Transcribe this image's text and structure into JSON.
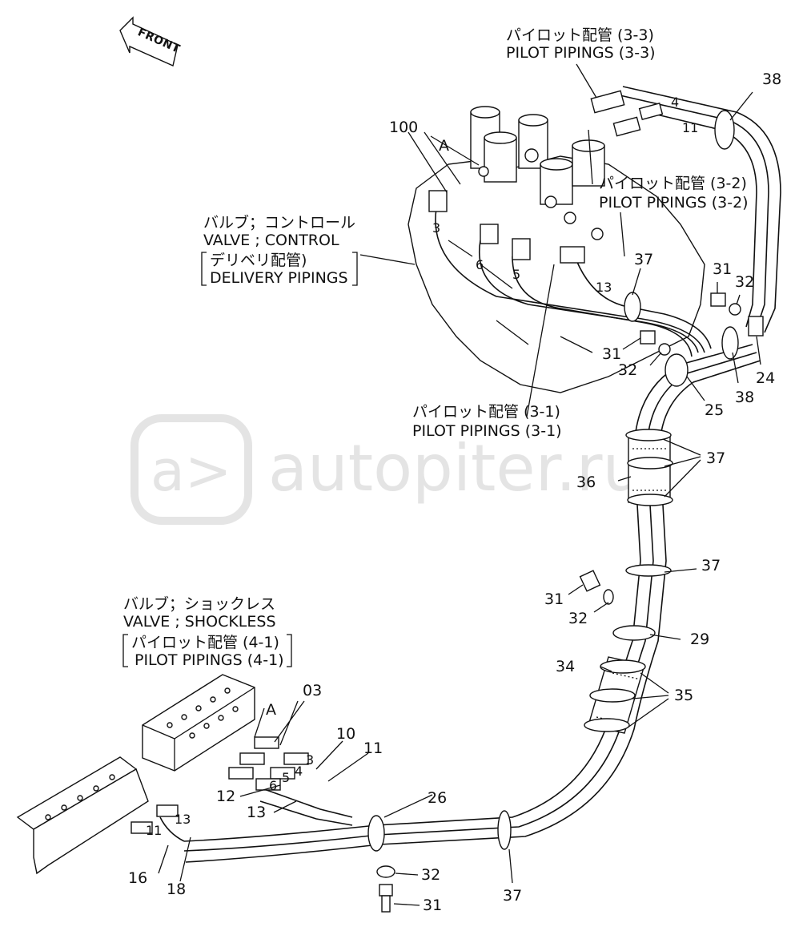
{
  "front": "FRONT",
  "watermark": "autopiter.ru",
  "pilot_3_3": {
    "jp": "パイロット配管 (3-3)",
    "en": "PILOT PIPINGS (3-3)"
  },
  "pilot_3_2": {
    "jp": "パイロット配管 (3-2)",
    "en": "PILOT PIPINGS (3-2)"
  },
  "pilot_3_1": {
    "jp": "パイロット配管 (3-1)",
    "en": "PILOT PIPINGS (3-1)"
  },
  "control_valve": {
    "jp": "バルブ；コントロール",
    "en": "VALVE ; CONTROL",
    "sub_jp": "デリベリ配管)",
    "sub_en": "DELIVERY PIPINGS"
  },
  "shockless_valve": {
    "jp": "バルブ；ショックレス",
    "en": "VALVE ; SHOCKLESS",
    "sub_jp": "パイロット配管 (4-1)",
    "sub_en": "PILOT PIPINGS (4-1)"
  },
  "callouts": {
    "c38a": "38",
    "c100": "100",
    "cA1": "A",
    "c4a": "4",
    "c11a": "11",
    "c3a": "3",
    "c6a": "6",
    "c5a": "5",
    "c37a": "37",
    "c13a": "13",
    "c31a": "31",
    "c32a": "32",
    "c31b": "31",
    "c32b": "32",
    "c24": "24",
    "c38b": "38",
    "c25": "25",
    "c37b": "37",
    "c36": "36",
    "c37c": "37",
    "c31c": "31",
    "c32c": "32",
    "c29": "29",
    "c34": "34",
    "c35": "35",
    "c03": "03",
    "cA2": "A",
    "c10": "10",
    "c11b": "11",
    "c3b": "3",
    "c4b": "4",
    "c5b": "5",
    "c6b": "6",
    "c12": "12",
    "c13b": "13",
    "c13c": "13",
    "c11c": "11",
    "c26": "26",
    "c16": "16",
    "c18": "18",
    "c32d": "32",
    "c31d": "31",
    "c37d": "37"
  }
}
